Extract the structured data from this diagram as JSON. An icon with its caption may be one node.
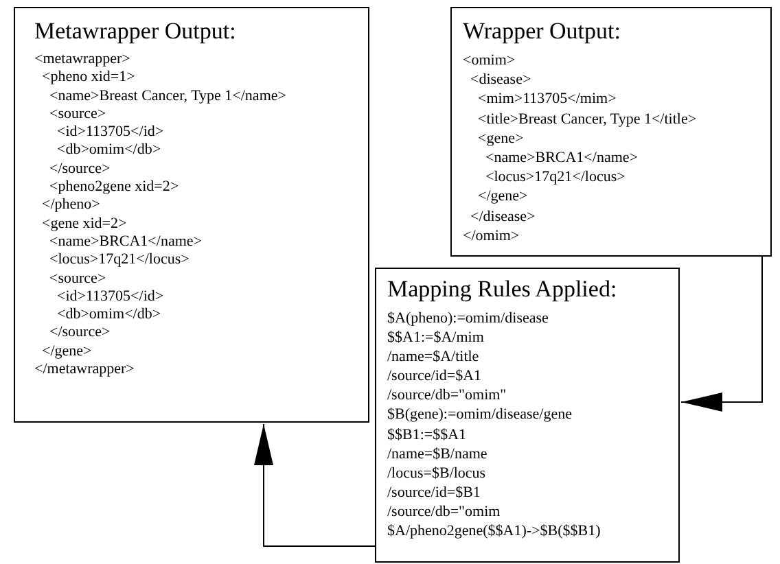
{
  "diagram": {
    "nodes": [
      {
        "text": [
          "Metawrapper Output:",
          "<metawrapper>",
          "  <pheno xid=1>",
          "    <name>Breast Cancer, Type 1</name>",
          "    <source>",
          "      <id>113705</id>",
          "      <db>omim</db>",
          "    </source>",
          "    <pheno2gene xid=2>",
          "  </pheno>",
          "  <gene xid=2>",
          "    <name>BRCA1</name>",
          "    <locus>17q21</locus>",
          "    <source>",
          "      <id>113705</id>",
          "      <db>omim</db>",
          "    </source>",
          "  </gene>",
          "</metawrapper>"
        ]
      },
      {
        "text": [
          "Wrapper Output:",
          "<omim>",
          "  <disease>",
          "    <mim>113705</mim>",
          "    <title>Breast Cancer, Type 1</title>",
          "    <gene>",
          "      <name>BRCA1</name>",
          "      <locus>17q21</locus>",
          "    </gene>",
          "  </disease>",
          "</omim>"
        ]
      },
      {
        "text": [
          "Mapping Rules Applied:",
          "$A(pheno):=omim/disease",
          "$$A1:=$A/mim",
          "/name=$A/title",
          "/source/id=$A1",
          "/source/db=\"omim\"",
          "$B(gene):=omim/disease/gene",
          "$$B1:=$$A1",
          "/name=$B/name",
          "/locus=$B/locus",
          "/source/id=$B1",
          "/source/db=\"omim",
          "$A/pheno2gene($$A1)->$B($$B1)"
        ]
      }
    ],
    "edges": [
      {
        "from": 1,
        "to": 2,
        "arrow": "to"
      },
      {
        "from": 2,
        "to": 0,
        "arrow": "to"
      }
    ]
  }
}
